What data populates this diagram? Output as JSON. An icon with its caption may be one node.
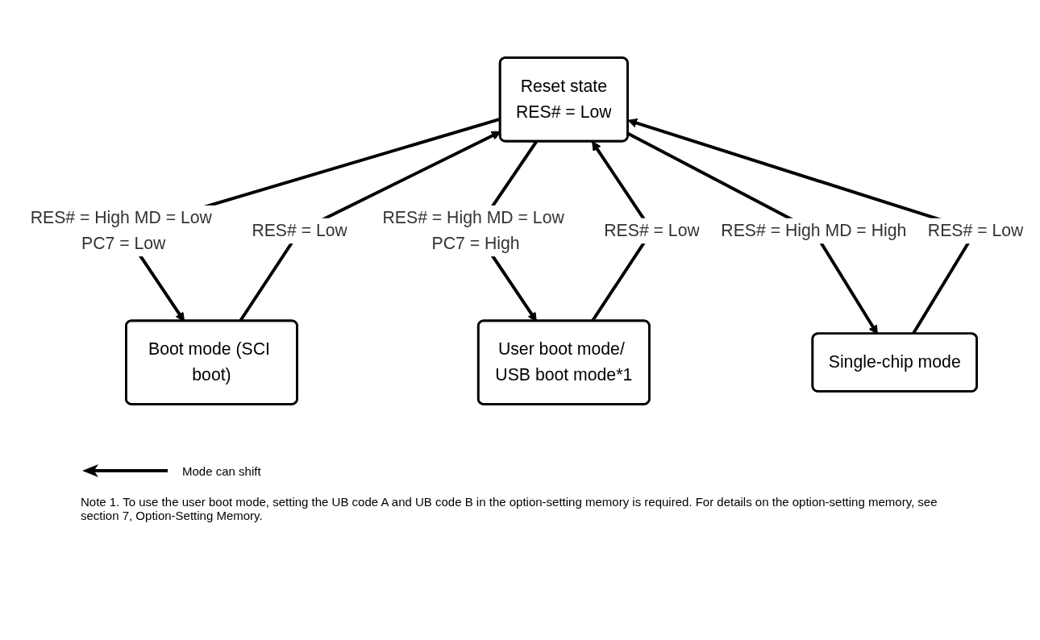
{
  "diagram": {
    "nodes": [
      {
        "text": [
          "Reset state",
          "RES# = Low"
        ]
      },
      {
        "text": [
          "Boot mode (SCI boot)"
        ]
      },
      {
        "text": [
          "User boot mode/ USB boot mode*1"
        ]
      },
      {
        "text": [
          "Single-chip mode"
        ]
      }
    ],
    "edges": [
      {
        "from": 0,
        "to": 1,
        "arrow": "to",
        "label": "RES# = High MD = Low PC7 = Low"
      },
      {
        "from": 1,
        "to": 0,
        "arrow": "to",
        "label": "RES# = Low"
      },
      {
        "from": 0,
        "to": 2,
        "arrow": "to",
        "label": "RES# = High MD = Low PC7 = High"
      },
      {
        "from": 2,
        "to": 0,
        "arrow": "to",
        "label": "RES# = Low"
      },
      {
        "from": 0,
        "to": 3,
        "arrow": "to",
        "label": "RES# = High MD = High"
      },
      {
        "from": 3,
        "to": 0,
        "arrow": "to",
        "label": "RES# = Low"
      }
    ],
    "labels": [
      "Note 1. To use the user boot mode, setting the UB code A and UB code B in the option-setting memory is required. For details on the option-setting memory, see section 7, Option-Setting Memory."
    ],
    "legend": [
      {
        "text": "Mode can shift"
      }
    ]
  }
}
